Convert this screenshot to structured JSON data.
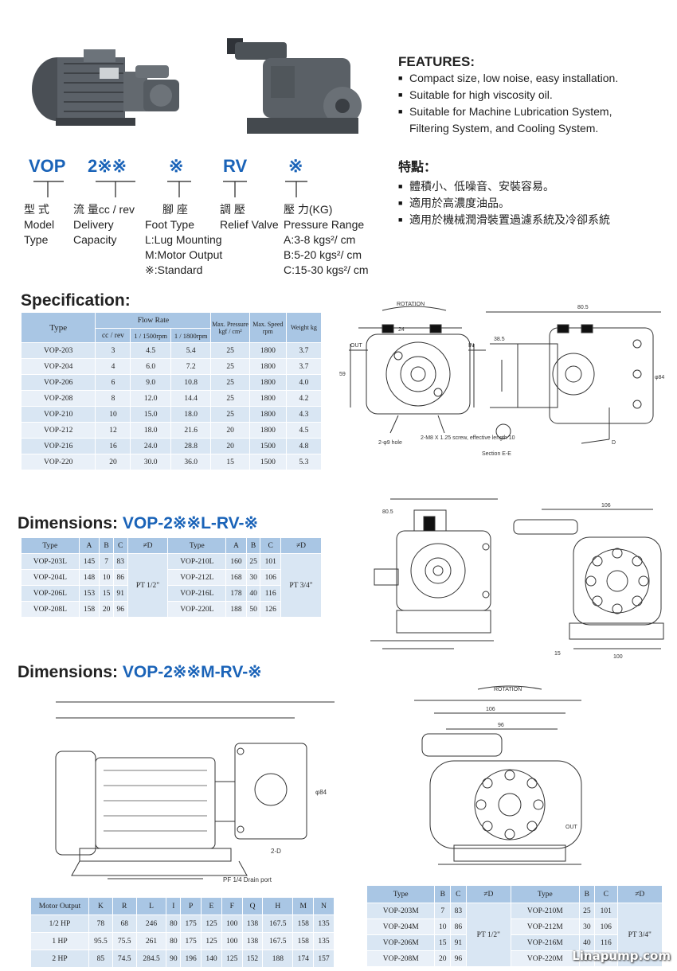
{
  "features": {
    "title": "FEATURES:",
    "items": [
      "Compact size, low noise, easy installation.",
      "Suitable for high viscosity oil.",
      "Suitable for Machine Lubrication System,",
      "Filtering System, and Cooling System."
    ],
    "zh_title": "特點：",
    "zh_items": [
      "體積小、低噪音、安裝容易。",
      "適用於高濃度油品。",
      "適用於機械潤滑裝置過濾系統及冷卻系統"
    ]
  },
  "model_code": {
    "parts": [
      "VOP",
      "2※※",
      "※",
      "RV",
      "※"
    ],
    "col1": [
      "型 式",
      "Model",
      "Type"
    ],
    "col2": [
      "流 量cc / rev",
      "Delivery",
      "Capacity"
    ],
    "col3": [
      "腳 座",
      "Foot Type",
      "L:Lug Mounting",
      "M:Motor Output",
      "※:Standard"
    ],
    "col4": [
      "調 壓",
      "Relief  Valve"
    ],
    "col5": [
      "壓 力(KG)",
      "Pressure Range",
      "A:3-8 kgs²/ cm",
      "B:5-20 kgs²/ cm",
      "C:15-30 kgs²/ cm"
    ]
  },
  "spec": {
    "title": "Specification:",
    "h_type": "Type",
    "h_flow": "Flow Rate",
    "h_cc": "cc / rev",
    "h_1500": "1 / 1500rpm",
    "h_1800": "1 / 1800rpm",
    "h_press": "Max. Pressure kgf / cm²",
    "h_speed": "Max. Speed rpm",
    "h_weight": "Weight kg",
    "rows": [
      [
        "VOP-203",
        "3",
        "4.5",
        "5.4",
        "25",
        "1800",
        "3.7"
      ],
      [
        "VOP-204",
        "4",
        "6.0",
        "7.2",
        "25",
        "1800",
        "3.7"
      ],
      [
        "VOP-206",
        "6",
        "9.0",
        "10.8",
        "25",
        "1800",
        "4.0"
      ],
      [
        "VOP-208",
        "8",
        "12.0",
        "14.4",
        "25",
        "1800",
        "4.2"
      ],
      [
        "VOP-210",
        "10",
        "15.0",
        "18.0",
        "25",
        "1800",
        "4.3"
      ],
      [
        "VOP-212",
        "12",
        "18.0",
        "21.6",
        "20",
        "1800",
        "4.5"
      ],
      [
        "VOP-216",
        "16",
        "24.0",
        "28.8",
        "20",
        "1500",
        "4.8"
      ],
      [
        "VOP-220",
        "20",
        "30.0",
        "36.0",
        "15",
        "1500",
        "5.3"
      ]
    ]
  },
  "dim_l": {
    "title_a": "Dimensions: ",
    "title_b": "VOP-2※※L-RV-※",
    "headers": [
      "Type",
      "A",
      "B",
      "C",
      "≠D",
      "Type",
      "A",
      "B",
      "C",
      "≠D"
    ],
    "rows": [
      [
        "VOP-203L",
        "145",
        "7",
        "83",
        "VOP-210L",
        "160",
        "25",
        "101"
      ],
      [
        "VOP-204L",
        "148",
        "10",
        "86",
        "VOP-212L",
        "168",
        "30",
        "106"
      ],
      [
        "VOP-206L",
        "153",
        "15",
        "91",
        "VOP-216L",
        "178",
        "40",
        "116"
      ],
      [
        "VOP-208L",
        "158",
        "20",
        "96",
        "VOP-220L",
        "188",
        "50",
        "126"
      ]
    ],
    "pt_left": "PT 1/2\"",
    "pt_right": "PT 3/4\""
  },
  "dim_m": {
    "title_a": "Dimensions: ",
    "title_b": "VOP-2※※M-RV-※",
    "motor_headers": [
      "Motor Output",
      "K",
      "R",
      "L",
      "I",
      "P",
      "E",
      "F",
      "Q",
      "H",
      "M",
      "N"
    ],
    "motor_rows": [
      [
        "1/2 HP",
        "78",
        "68",
        "246",
        "80",
        "175",
        "125",
        "100",
        "138",
        "167.5",
        "158",
        "135"
      ],
      [
        "1 HP",
        "95.5",
        "75.5",
        "261",
        "80",
        "175",
        "125",
        "100",
        "138",
        "167.5",
        "158",
        "135"
      ],
      [
        "2 HP",
        "85",
        "74.5",
        "284.5",
        "90",
        "196",
        "140",
        "125",
        "152",
        "188",
        "174",
        "157"
      ]
    ],
    "m_headers": [
      "Type",
      "B",
      "C",
      "≠D",
      "Type",
      "B",
      "C",
      "≠D"
    ],
    "m_rows": [
      [
        "VOP-203M",
        "7",
        "83",
        "VOP-210M",
        "25",
        "101"
      ],
      [
        "VOP-204M",
        "10",
        "86",
        "VOP-212M",
        "30",
        "106"
      ],
      [
        "VOP-206M",
        "15",
        "91",
        "VOP-216M",
        "40",
        "116"
      ],
      [
        "VOP-208M",
        "20",
        "96",
        "VOP-220M",
        "50",
        "126"
      ]
    ],
    "pt_left": "PT 1/2\"",
    "pt_right": "PT 3/4\""
  },
  "drawing_labels": {
    "rotation": "ROTATION",
    "out": "OUT",
    "in": "IN",
    "hole": "2-φ9 hole",
    "screw": "2-M8 X 1.25 screw, effective length 10",
    "section": "Section E-E",
    "drain": "PF 1/4 Drain port",
    "d": "D",
    "two_d": "2-D",
    "n805": "80.5",
    "n385": "38.5",
    "n24": "24",
    "n59": "59",
    "n84": "φ84",
    "n106": "106",
    "n96": "96",
    "n100": "100",
    "n15": "15"
  },
  "watermark": "Linapump.com",
  "colors": {
    "accent": "#1a63b8",
    "table_head": "#a9c6e4",
    "table_row": "#d9e6f3"
  }
}
